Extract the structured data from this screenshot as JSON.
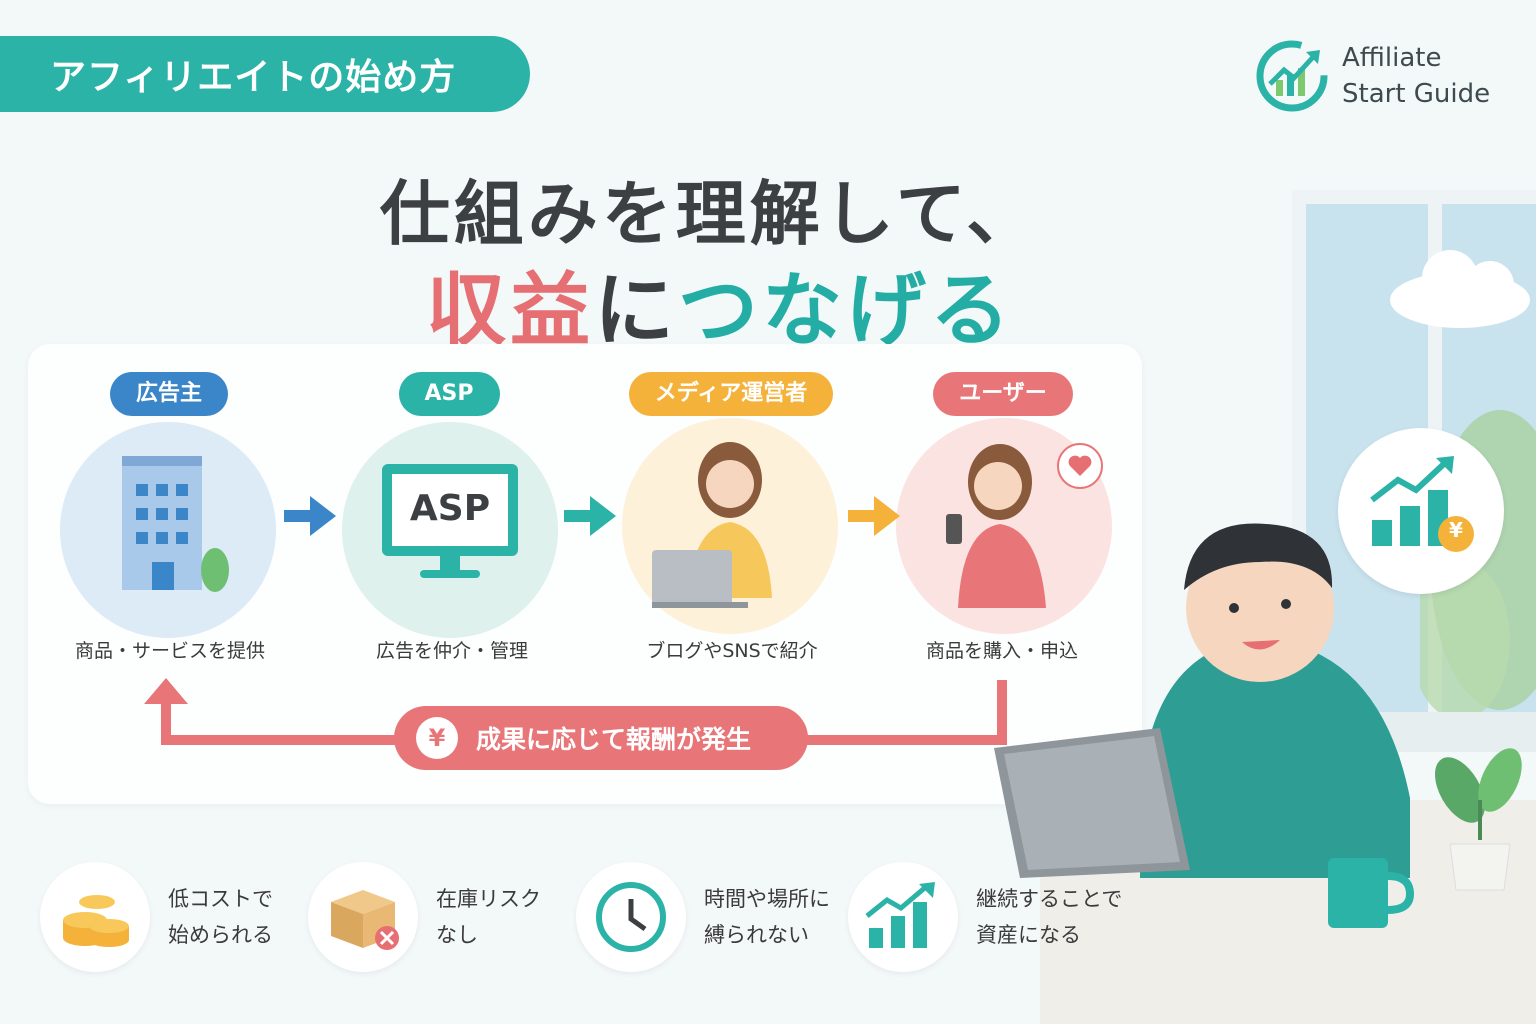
{
  "header": {
    "tag": "アフィリエイトの始め方"
  },
  "logo": {
    "line1": "Affiliate",
    "line2": "Start Guide"
  },
  "headline": {
    "line1": "仕組みを理解して、",
    "line2_red": "収益",
    "line2_dark": "に",
    "line2_teal": "つなげる"
  },
  "flow": {
    "actors": [
      {
        "label": "広告主",
        "description": "商品・サービスを提供",
        "color": "#3a86c8"
      },
      {
        "label": "ASP",
        "description": "広告を仲介・管理",
        "color": "#2bb3a8",
        "screen_text": "ASP"
      },
      {
        "label": "メディア運営者",
        "description": "ブログやSNSで紹介",
        "color": "#f4b23a"
      },
      {
        "label": "ユーザー",
        "description": "商品を購入・申込",
        "color": "#e87678"
      }
    ],
    "reward": {
      "symbol": "¥",
      "label": "成果に応じて報酬が発生"
    }
  },
  "benefits": [
    {
      "line1": "低コストで",
      "line2": "始められる",
      "icon": "coins-icon"
    },
    {
      "line1": "在庫リスク",
      "line2": "なし",
      "icon": "box-icon"
    },
    {
      "line1": "時間や場所に",
      "line2": "縛られない",
      "icon": "clock-icon"
    },
    {
      "line1": "継続することで",
      "line2": "資産になる",
      "icon": "growth-chart-icon"
    }
  ],
  "bubble": {
    "symbol": "¥"
  },
  "colors": {
    "teal": "#2bb3a8",
    "red": "#e56f72",
    "blue": "#3a86c8",
    "yellow": "#f4b23a"
  }
}
